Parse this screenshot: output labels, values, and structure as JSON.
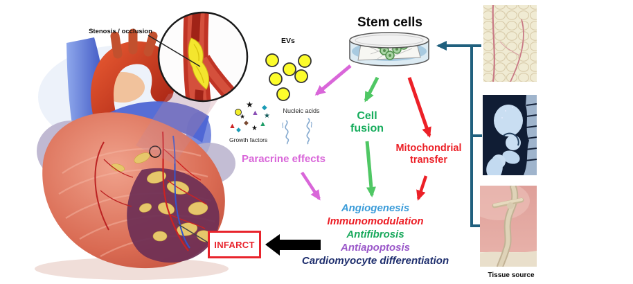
{
  "figure": {
    "heart": {
      "stenosis_label": "Stenosis / occlusion",
      "infarct_label": "INFARCT"
    },
    "stem_cells_label": "Stem cells",
    "secretome": {
      "evs_label": "EVs",
      "nucleic_acids_label": "Nucleic acids",
      "growth_factors_label": "Growth factors",
      "paracrine_label": "Paracrine effects"
    },
    "mechanisms": {
      "cell_fusion_label": "Cell fusion",
      "mitochondrial_transfer_label": "Mitochondrial transfer"
    },
    "effects": [
      {
        "label": "Angiogenesis",
        "color": "#3b9cd9"
      },
      {
        "label": "Immunomodulation",
        "color": "#ec1c24"
      },
      {
        "label": "Antifibrosis",
        "color": "#18a85b"
      },
      {
        "label": "Antiapoptosis",
        "color": "#9a57c9"
      },
      {
        "label": "Cardiomyocyte differentiation",
        "color": "#1f2f6e"
      }
    ],
    "tissue_source_label": "Tissue source",
    "tissue_images": [
      "adipose-tissue-histology",
      "bone-ct-scan",
      "umbilical-cord"
    ],
    "arrow_colors": {
      "paracrine_pink": "#d966d9",
      "cell_fusion_green": "#4fc764",
      "mitochondrial_red": "#ec2027",
      "tissue_teal": "#20607e",
      "infarct_black": "#000000"
    }
  },
  "icons": {
    "star": "★",
    "triangle": "▲",
    "diamond": "◆"
  }
}
